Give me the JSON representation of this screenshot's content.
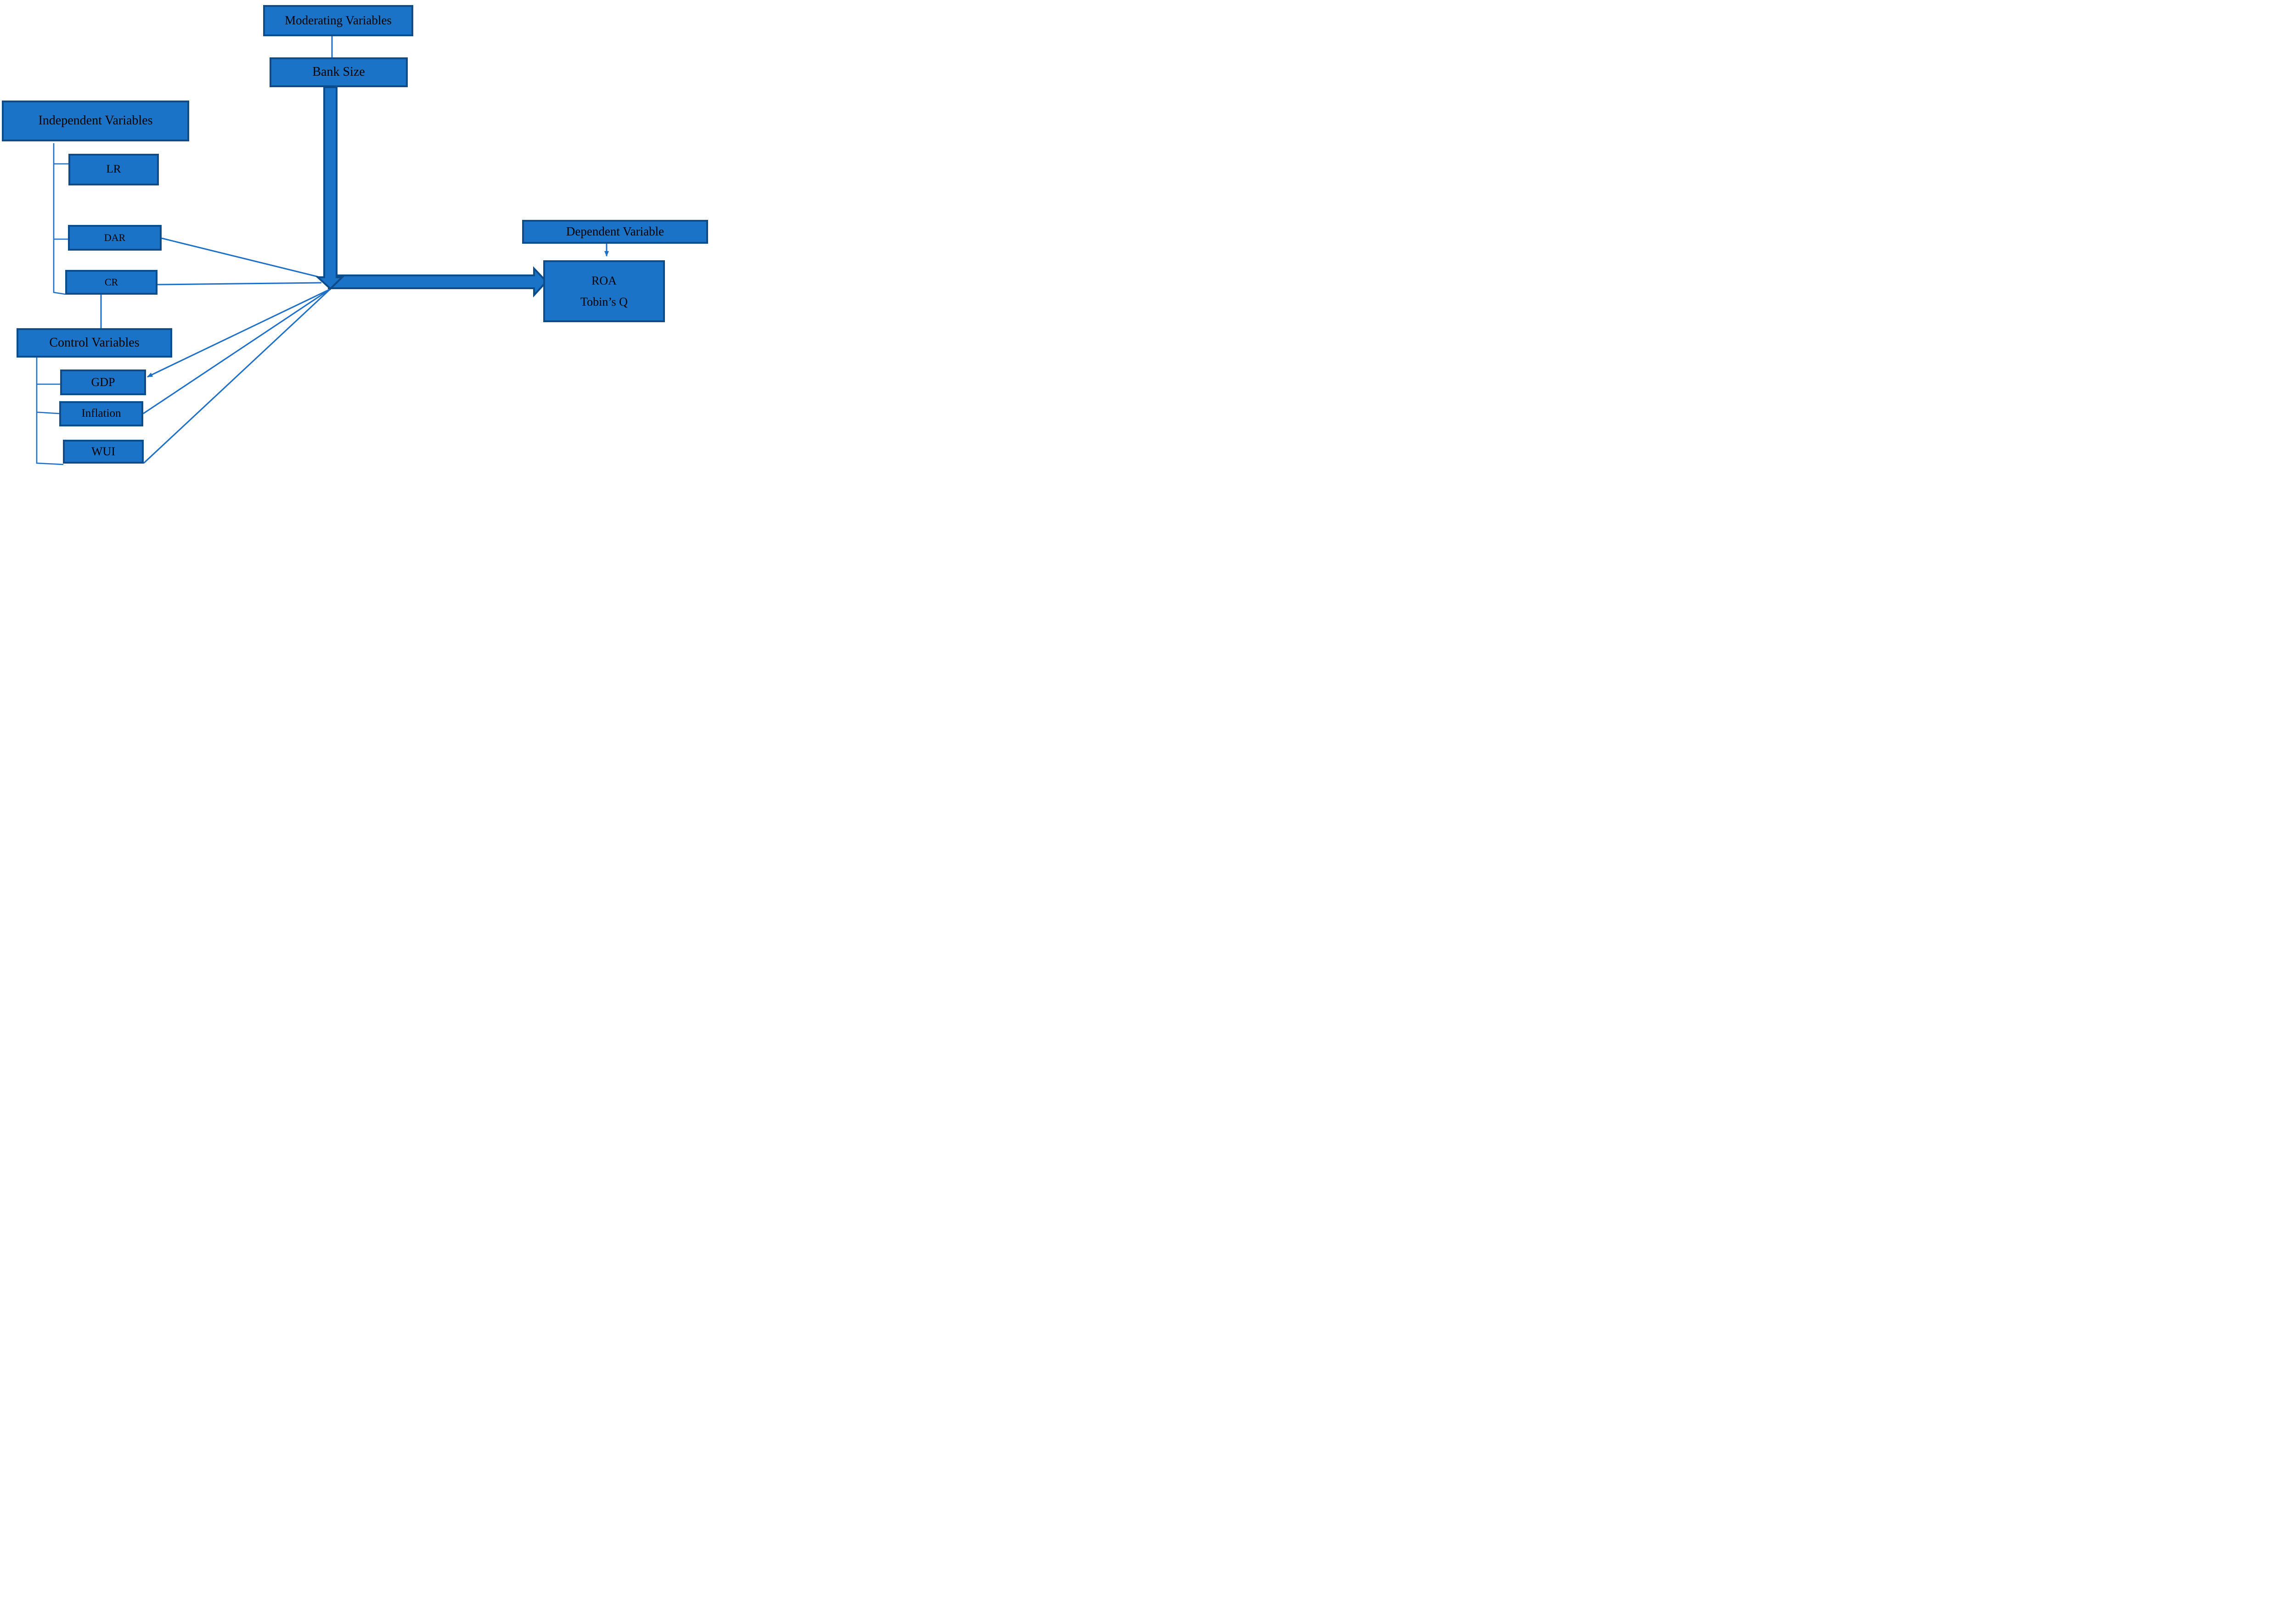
{
  "diagram": {
    "description": "Conceptual framework diagram linking independent, control and moderating variables to the dependent variable"
  },
  "colors": {
    "background": "#ffffff",
    "box_fill": "#1b73c8",
    "box_border": "#0c4c8a",
    "connector": "#1e6fc6",
    "text": "#000000"
  },
  "nodes": {
    "moderating": {
      "label": "Moderating Variables"
    },
    "bank_size": {
      "label": "Bank Size"
    },
    "independent": {
      "label": "Independent Variables"
    },
    "lr": {
      "label": "LR"
    },
    "dar": {
      "label": "DAR"
    },
    "cr": {
      "label": "CR"
    },
    "control": {
      "label": "Control Variables"
    },
    "gdp": {
      "label": "GDP"
    },
    "inflation": {
      "label": "Inflation"
    },
    "wui": {
      "label": "WUI"
    },
    "dependent": {
      "label": "Dependent Variable"
    },
    "outcome": {
      "line1": "ROA",
      "line2": "Tobin’s Q"
    }
  }
}
